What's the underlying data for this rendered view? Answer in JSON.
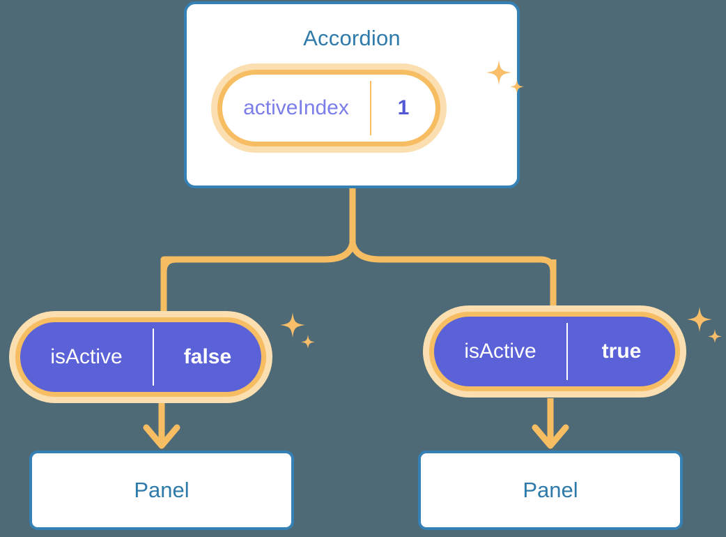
{
  "theme": {
    "background": "#4e6a76",
    "card_border": "#3580b5",
    "card_fill": "#ffffff",
    "title_text": "#2e7aaa",
    "pill_ring_inner": "#f7bd62",
    "pill_ring_outer": "#fbdfb0",
    "pill_fill_active": "#5b61d6",
    "pill_key_text": "#7b7ee8",
    "pill_value_text": "#5257d4",
    "connector": "#f7bd62",
    "sparkle": "#f9be6a"
  },
  "diagram": {
    "type": "component-state-tree",
    "root": {
      "name": "accordion-component",
      "title": "Accordion",
      "state": {
        "key": "activeIndex",
        "value": "1",
        "style": "outline",
        "sparkle": true
      }
    },
    "children": [
      {
        "name": "panel-left",
        "prop": {
          "key": "isActive",
          "value": "false",
          "style": "filled",
          "sparkle": true
        },
        "title": "Panel"
      },
      {
        "name": "panel-right",
        "prop": {
          "key": "isActive",
          "value": "true",
          "style": "filled",
          "sparkle": true
        },
        "title": "Panel"
      }
    ]
  },
  "icons": {
    "sparkle_large": "four-point-star",
    "sparkle_small": "four-point-star-small",
    "arrow": "arrow-down-icon"
  }
}
